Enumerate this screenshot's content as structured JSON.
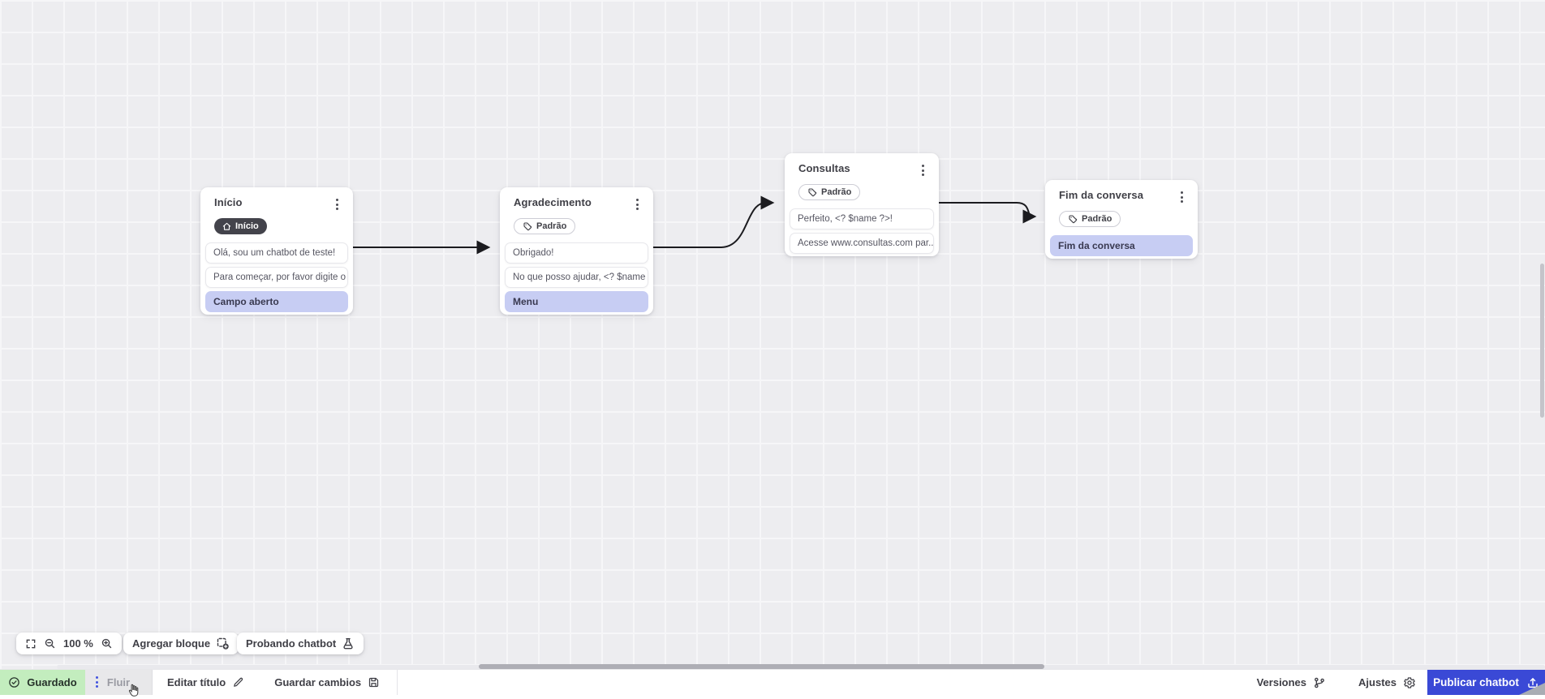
{
  "colors": {
    "accent_blue": "#3a49d6",
    "saved_green_bg": "#c3edbe",
    "highlight_lavender": "#c7cdf3",
    "canvas_bg": "#ededf0",
    "edge_color": "#1b1b1f"
  },
  "canvas": {
    "nodes": [
      {
        "title": "Início",
        "badge": {
          "label": "Início",
          "style": "dark",
          "icon": "home-icon"
        },
        "rows": [
          {
            "text": "Olá, sou um chatbot de teste!",
            "type": "message"
          },
          {
            "text": "Para começar, por favor digite o ...",
            "type": "message"
          },
          {
            "text": "Campo aberto",
            "type": "action"
          }
        ]
      },
      {
        "title": "Agradecimento",
        "badge": {
          "label": "Padrão",
          "style": "outline",
          "icon": "tag-icon"
        },
        "rows": [
          {
            "text": "Obrigado!",
            "type": "message"
          },
          {
            "text": "No que posso ajudar, <? $name ...",
            "type": "message"
          },
          {
            "text": "Menu",
            "type": "action"
          }
        ]
      },
      {
        "title": "Consultas",
        "badge": {
          "label": "Padrão",
          "style": "outline",
          "icon": "tag-icon"
        },
        "rows": [
          {
            "text": "Perfeito, <? $name ?>!",
            "type": "message"
          },
          {
            "text": "Acesse www.consultas.com par...",
            "type": "message"
          }
        ]
      },
      {
        "title": "Fim da conversa",
        "badge": {
          "label": "Padrão",
          "style": "outline",
          "icon": "tag-icon"
        },
        "rows": [
          {
            "text": "Fim da conversa",
            "type": "action"
          }
        ]
      }
    ]
  },
  "toolbar": {
    "zoom_level": "100 %",
    "add_block_label": "Agregar bloque",
    "test_chatbot_label": "Probando chatbot"
  },
  "statusbar": {
    "saved_label": "Guardado",
    "tab_label": "Fluir",
    "edit_title_label": "Editar título",
    "save_changes_label": "Guardar cambios",
    "versions_label": "Versiones",
    "settings_label": "Ajustes",
    "publish_label": "Publicar chatbot"
  }
}
